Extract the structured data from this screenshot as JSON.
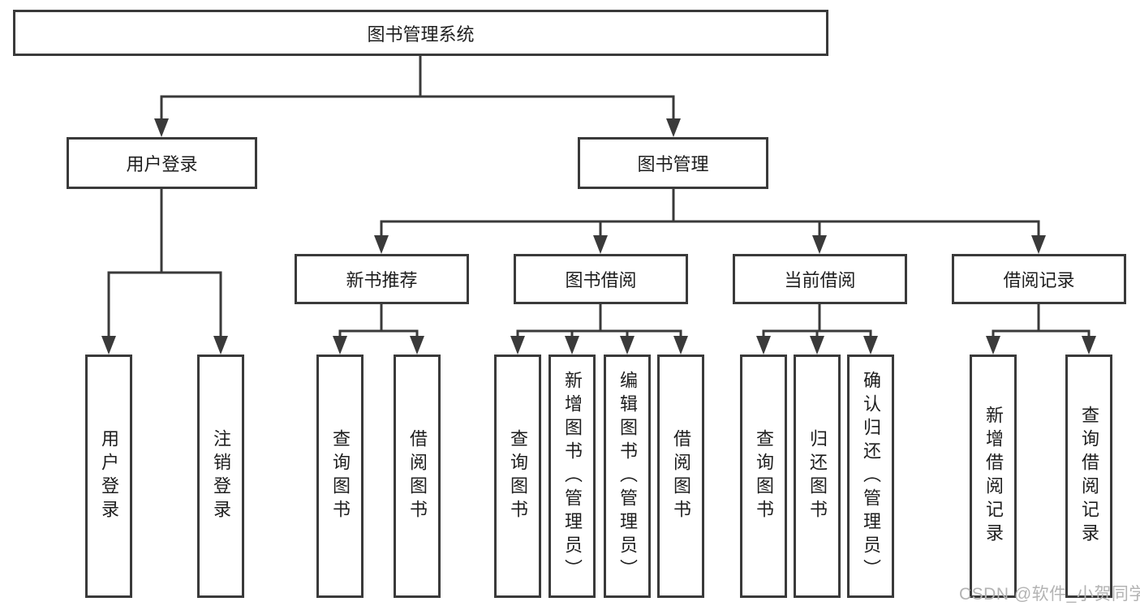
{
  "diagram": {
    "root": {
      "label": "图书管理系统"
    },
    "level2": {
      "user_login": {
        "label": "用户登录"
      },
      "book_management": {
        "label": "图书管理"
      }
    },
    "level3": {
      "new_book_recommendation": {
        "label": "新书推荐"
      },
      "book_borrowing": {
        "label": "图书借阅"
      },
      "current_borrowing": {
        "label": "当前借阅"
      },
      "borrowing_records": {
        "label": "借阅记录"
      }
    },
    "leaves": [
      "用户登录",
      "注销登录",
      "查询图书",
      "借阅图书",
      "查询图书",
      "新增图书（管理员）",
      "编辑图书（管理员）",
      "借阅图书",
      "查询图书",
      "归还图书",
      "确认归还（管理员）",
      "新增借阅记录",
      "查询借阅记录"
    ]
  },
  "watermark": {
    "text": "CSDN @软件_小贺同学"
  },
  "colors": {
    "line": "#3a3a3a",
    "text": "#1e1e1e",
    "background": "#ffffff",
    "watermark": "#b3b3b3"
  }
}
